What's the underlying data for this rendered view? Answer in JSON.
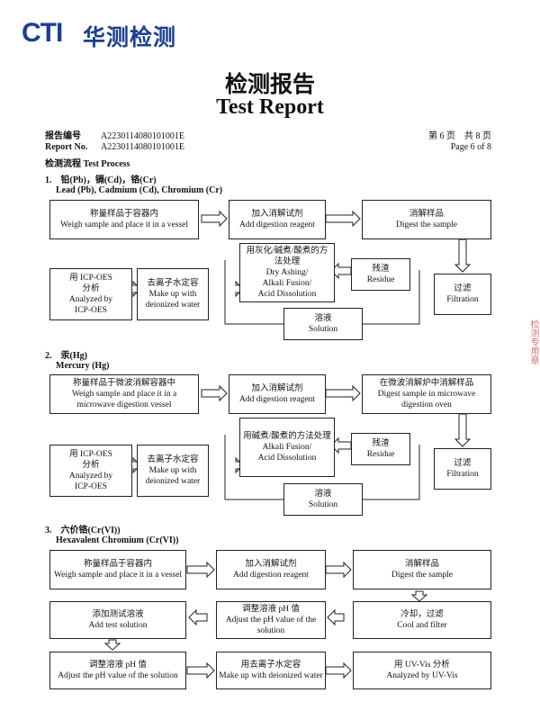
{
  "logo": {
    "mark": "CTI",
    "name": "华测检测"
  },
  "title": {
    "cn": "检测报告",
    "en": "Test Report"
  },
  "report": {
    "no_label_cn": "报告编号",
    "no_label_en": "Report No.",
    "no_value": "A2230114080101001E",
    "page_cn": "第 6 页　共 8 页",
    "page_en": "Page 6 of 8"
  },
  "process_title": {
    "cn": "检测流程",
    "en": "Test Process"
  },
  "sections": {
    "s1": {
      "heading_cn": "1.　铅(Pb)，镉(Cd)，铬(Cr)",
      "heading_en": "Lead (Pb), Cadmium (Cd), Chromium (Cr)",
      "boxes": {
        "weigh": {
          "cn": "称量样品于容器内",
          "en": "Weigh sample and place it in a vessel"
        },
        "reagent": {
          "cn": "加入消解试剂",
          "en": "Add digestion reagent"
        },
        "digest": {
          "cn": "消解样品",
          "en": "Digest the sample"
        },
        "method": {
          "cn": "用灰化/碱煮/酸煮的方法处理",
          "en1": "Dry Ashing/",
          "en2": "Alkali Fusion/",
          "en3": "Acid Dissolution"
        },
        "residue": {
          "cn": "残渣",
          "en": "Residue"
        },
        "filter": {
          "cn": "过滤",
          "en": "Filtration"
        },
        "icp": {
          "cn1": "用 ICP-OES",
          "cn2": "分析",
          "en1": "Analyzed by",
          "en2": "ICP-OES"
        },
        "water": {
          "cn": "去离子水定容",
          "en": "Make up with deionized water"
        },
        "solution": {
          "cn": "溶液",
          "en": "Solution"
        }
      }
    },
    "s2": {
      "heading_cn": "2.　汞(Hg)",
      "heading_en": "Mercury (Hg)",
      "boxes": {
        "weigh": {
          "cn": "称量样品于微波消解容器中",
          "en": "Weigh sample and place it in a microwave digestion vessel"
        },
        "reagent": {
          "cn": "加入消解试剂",
          "en": "Add digestion reagent"
        },
        "digest": {
          "cn": "在微波消解炉中消解样品",
          "en": "Digest sample in microwave digestion oven"
        },
        "method": {
          "cn": "用碱煮/酸煮的方法处理",
          "en1": "Alkali Fusion/",
          "en2": "Acid Dissolution"
        },
        "residue": {
          "cn": "残渣",
          "en": "Residue"
        },
        "filter": {
          "cn": "过滤",
          "en": "Filtration"
        },
        "icp": {
          "cn1": "用 ICP-OES",
          "cn2": "分析",
          "en1": "Analyzed by",
          "en2": "ICP-OES"
        },
        "water": {
          "cn": "去离子水定容",
          "en": "Make up with deionized water"
        },
        "solution": {
          "cn": "溶液",
          "en": "Solution"
        }
      }
    },
    "s3": {
      "heading_cn": "3.　六价铬(Cr(VI))",
      "heading_en": "Hexavalent Chromium (Cr(VI))",
      "boxes": {
        "weigh": {
          "cn": "称量样品于容器内",
          "en": "Weigh sample and place it in a vessel"
        },
        "reagent": {
          "cn": "加入消解试剂",
          "en": "Add digestion reagent"
        },
        "digest": {
          "cn": "消解样品",
          "en": "Digest the sample"
        },
        "add_test": {
          "cn": "添加测试溶液",
          "en": "Add test solution"
        },
        "adjust_ph": {
          "cn": "调整溶液 pH 值",
          "en": "Adjust the pH value of the solution"
        },
        "cool": {
          "cn": "冷却，过滤",
          "en": "Cool and filter"
        },
        "adjust_ph2": {
          "cn": "调整溶液 pH 值",
          "en": "Adjust the pH value of the solution"
        },
        "water": {
          "cn": "用去离子水定容",
          "en": "Make up with deionized water"
        },
        "uvvis": {
          "cn": "用 UV-Vis 分析",
          "en": "Analyzed by UV-Vis"
        }
      }
    }
  },
  "stamp_text": "检测专用章"
}
